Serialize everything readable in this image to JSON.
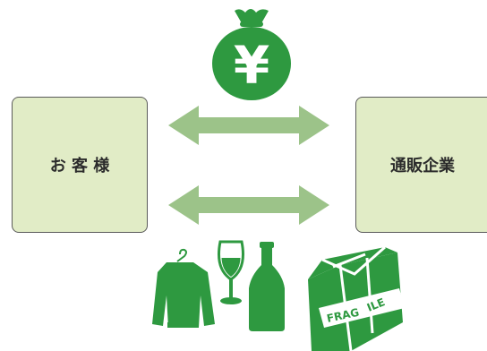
{
  "customer": {
    "label": "お 客 様"
  },
  "company": {
    "label": "通販企業"
  },
  "money": {
    "symbol": "¥",
    "icon": "money-bag-yen"
  },
  "flows": {
    "upper": "payment-arrow",
    "lower": "goods-arrow"
  },
  "goods": {
    "items": [
      "sweater",
      "wine-glass",
      "wine-bottle",
      "fragile-box"
    ],
    "fragile_label_1": "FRAG",
    "fragile_label_2": "ILE"
  },
  "colors": {
    "icon_green": "#2e9940",
    "arrow_green": "#9cc389",
    "box_fill": "#e1ecc6",
    "box_border": "#5a5a5a",
    "text": "#2b2b2b"
  }
}
